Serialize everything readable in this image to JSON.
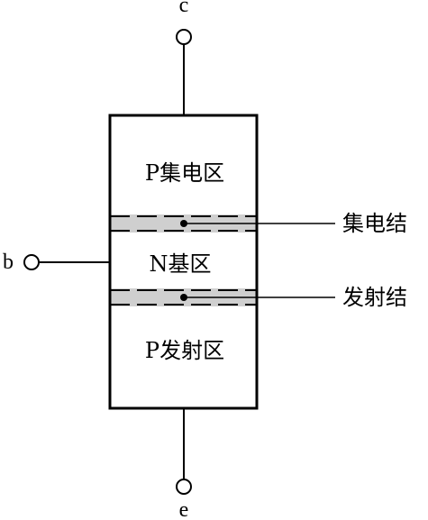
{
  "terminals": {
    "collector": "c",
    "base": "b",
    "emitter": "e"
  },
  "regions": {
    "collector": "P集电区",
    "base": "N基区",
    "emitter": "P发射区"
  },
  "junctions": {
    "collector_junction": "集电结",
    "emitter_junction": "发射结"
  },
  "colors": {
    "line": "#000000",
    "junction_band": "#cfcfcf"
  }
}
